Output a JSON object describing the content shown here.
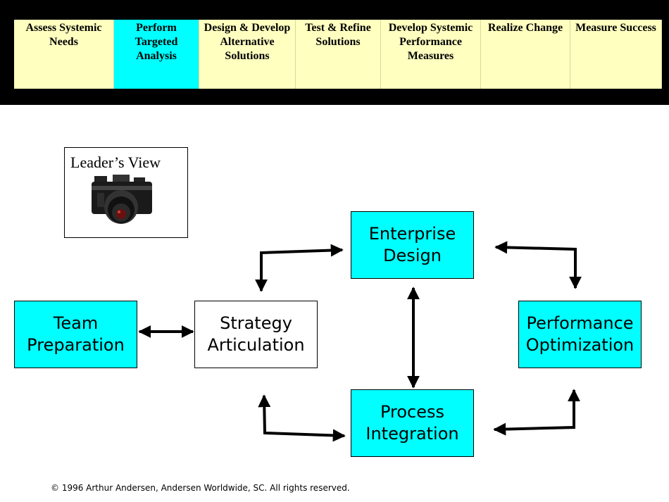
{
  "phases": [
    {
      "label": "Assess Systemic\nNeeds",
      "active": false
    },
    {
      "label": "Perform\nTargeted\nAnalysis",
      "active": true
    },
    {
      "label": "Design & Develop\nAlternative\nSolutions",
      "active": false
    },
    {
      "label": "Test & Refine\nSolutions",
      "active": false
    },
    {
      "label": "Develop Systemic\nPerformance\nMeasures",
      "active": false
    },
    {
      "label": "Realize Change",
      "active": false
    },
    {
      "label": "Measure Success",
      "active": false
    }
  ],
  "leader_view": {
    "title": "Leader’s View",
    "icon": "camera-icon"
  },
  "nodes": {
    "enterprise_design": "Enterprise\nDesign",
    "team_preparation": "Team\nPreparation",
    "strategy_articulation": "Strategy\nArticulation",
    "performance_optimization": "Performance\nOptimization",
    "process_integration": "Process\nIntegration"
  },
  "colors": {
    "active": "#00ffff",
    "phase_bg": "#ffffc0",
    "node": "#00ffff",
    "bar": "#000000"
  },
  "footer": "© 1996 Arthur Andersen, Andersen Worldwide, SC. All rights reserved."
}
